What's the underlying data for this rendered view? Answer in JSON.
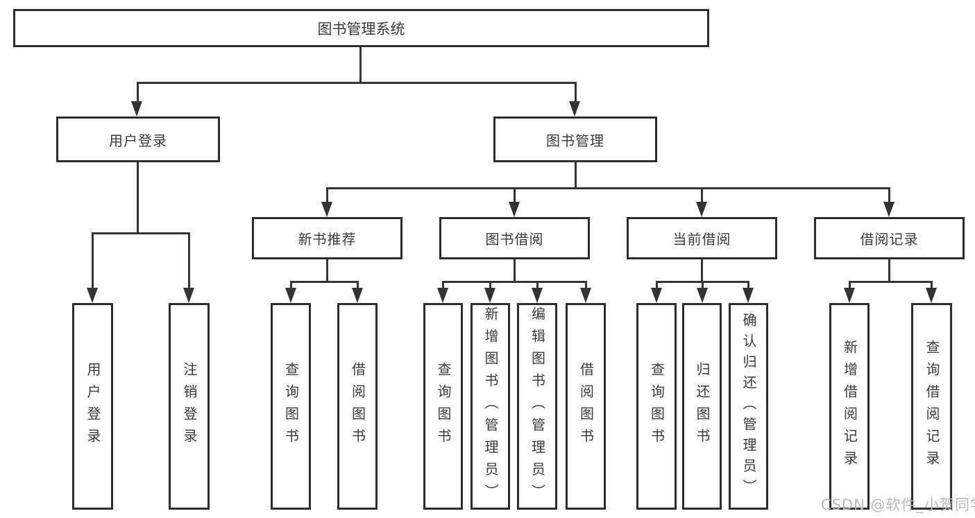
{
  "nodes": {
    "root": "图书管理系统",
    "user_login_branch": "用户登录",
    "book_mgmt_branch": "图书管理",
    "modules": [
      "新书推荐",
      "图书借阅",
      "当前借阅",
      "借阅记录"
    ],
    "user_login_leaves": [
      "用户登录",
      "注销登录"
    ],
    "new_book_leaves": [
      "查询图书",
      "借阅图书"
    ],
    "borrow_leaves": [
      "查询图书",
      "新增图书（管理员）",
      "编辑图书（管理员）",
      "借阅图书"
    ],
    "current_leaves": [
      "查询图书",
      "归还图书",
      "确认归还（管理员）"
    ],
    "record_leaves": [
      "新增借阅记录",
      "查询借阅记录"
    ]
  },
  "watermark": "CSDN @软件_小贺同学",
  "colors": {
    "line": "#333333",
    "box_border": "#2d2d2d",
    "text": "#3a3a3a",
    "watermark": "#b8b8b8",
    "background": "#ffffff"
  }
}
